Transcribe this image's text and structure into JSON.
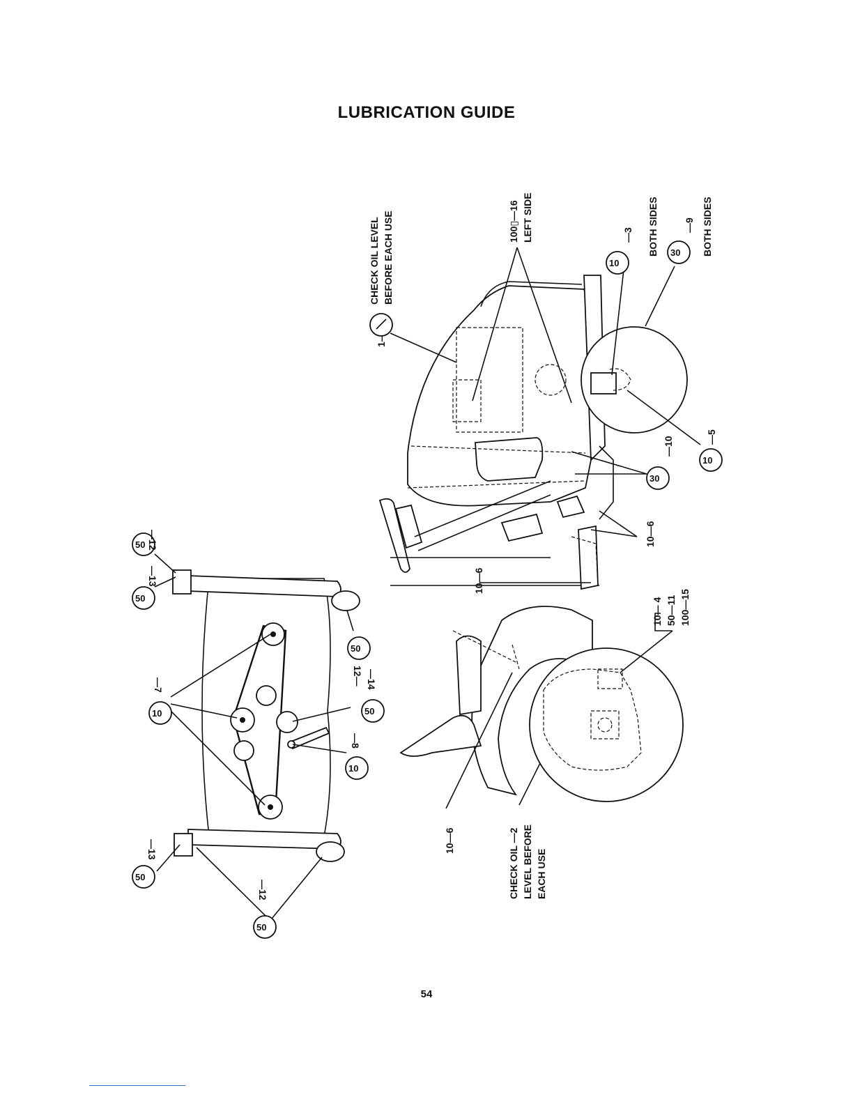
{
  "page": {
    "title": "LUBRICATION GUIDE",
    "page_number": "54"
  },
  "tractor_labels": {
    "engine_oil_number": "1—",
    "engine_oil_text_1": "CHECK OIL LEVEL",
    "engine_oil_text_2": "BEFORE EACH USE",
    "item16_code": "100",
    "item16_num": "—16",
    "item16_note": "LEFT SIDE",
    "item3_code": "10",
    "item3_num": "—3",
    "item3_note": "BOTH SIDES",
    "item9_code": "30",
    "item9_num": "—9",
    "item9_note": "BOTH SIDES",
    "item5_code": "10",
    "item5_num": "—5",
    "item10_code": "30",
    "item10_num": "—10",
    "item6a_text": "10—6",
    "item6b_text": "10—6",
    "item6c_text": "10—6",
    "item4_text": "10— 4",
    "item11_text": "50—11",
    "item15_text": "100—15",
    "trans_oil_text_1": "CHECK OIL —2",
    "trans_oil_text_2": "LEVEL BEFORE",
    "trans_oil_text_3": "EACH USE"
  },
  "deck_labels": {
    "item12_top_code": "50",
    "item12_top_num": "—12",
    "item13_top_code": "50",
    "item13_top_num": "—13",
    "item12_mid_code": "50",
    "item12_mid_num": "12—",
    "item7_code": "10",
    "item7_num": "—7",
    "item14_code": "50",
    "item14_num": "—14",
    "item8_code": "10",
    "item8_num": "—8",
    "item13_bot_code": "50",
    "item13_bot_num": "—13",
    "item12_bot_code": "50",
    "item12_bot_num": "—12"
  },
  "icons": {
    "oil_can": "oil-can-icon",
    "dipstick": "dipstick-icon"
  }
}
